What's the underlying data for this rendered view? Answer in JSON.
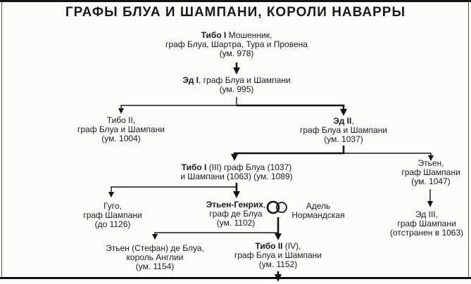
{
  "title": "ГРАФЫ БЛУА И ШАМПАНИ, КОРОЛИ НАВАРРЫ",
  "colors": {
    "ink": "#1a1a1a",
    "paper": "#fbfbf9"
  },
  "marriage_symbol": "interlocked-rings",
  "nodes": {
    "tibo1": {
      "name_bold": "Тибо I",
      "name_rest": " Мошенник,",
      "line2": "граф Блуа, Шартра, Тура и Провена",
      "line3": "(ум. 978)"
    },
    "ed1": {
      "name_bold": "Эд I",
      "name_rest": ", граф Блуа и Шампани",
      "line2": "(ум. 995)"
    },
    "tibo2": {
      "line1": "Тибо II,",
      "line2": "граф Блуа и Шампани",
      "line3": "(ум. 1004)"
    },
    "ed2": {
      "name_bold": "Эд II",
      "name_rest": ",",
      "line2": "граф Блуа и Шампани",
      "line3": "(ум. 1037)"
    },
    "tibo1_3": {
      "name_bold": "Тибо I",
      "name_rest": " (III) граф Блуа (1037)",
      "line2": "и Шампани (1063) (ум. 1089)"
    },
    "etien": {
      "line1": "Этьен,",
      "line2": "граф Шампани",
      "line3": "(ум. 1047)"
    },
    "ed3": {
      "line1": "Эд III,",
      "line2": "граф Шампани",
      "line3": "(отстранен в 1063)"
    },
    "gugo": {
      "line1": "Гуго,",
      "line2": "граф Шампани",
      "line3": "(до 1126)"
    },
    "etien_genrih": {
      "name_bold": "Этьен-Генрих",
      "name_rest": ",",
      "line2": "граф де Блуа",
      "line3": "(ум. 1102)"
    },
    "adel": {
      "line1": "Адель",
      "line2": "Нормандская"
    },
    "etien_stefan": {
      "line1": "Этьен (Стефан) де Блуа,",
      "line2": "король Англии",
      "line3": "(ум. 1154)"
    },
    "tibo2_4": {
      "name_bold": "Тибо II",
      "name_rest": " (IV),",
      "line2": "граф Блуа и Шампани",
      "line3": "(ум. 1152)"
    }
  }
}
